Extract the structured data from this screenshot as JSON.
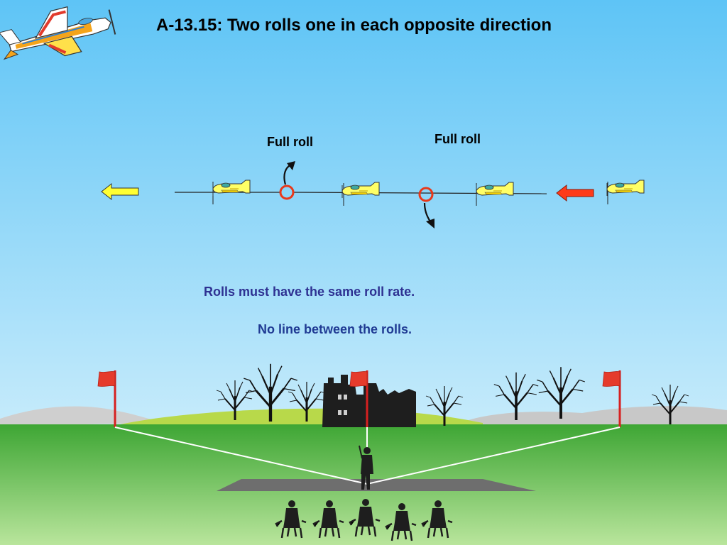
{
  "title": "A-13.15: Two rolls one in each opposite direction",
  "labels": {
    "roll_left": "Full roll",
    "roll_right": "Full  roll"
  },
  "notes": {
    "same_rate": "Rolls must have the same roll rate.",
    "no_line": "No line between the rolls."
  },
  "colors": {
    "sky_top": "#5ec4f6",
    "sky_bottom": "#bfe8fb",
    "grass_top": "#4caf3a",
    "grass_bottom": "#b7e39a",
    "hills": "#c9c9c9",
    "flag": "#e53b2c",
    "pole": "#d62020",
    "plane_body": "#ffff66",
    "entry_arrow": "#ff3b1a",
    "exit_arrow": "#ffff33",
    "roll_marker": "#e8381a",
    "sightline": "#ffffff",
    "runway": "#6e6e6e",
    "silhouette": "#1e1e1e",
    "note_text": "#2e3192"
  },
  "icons": {
    "logo": "aerobatic-plane-logo-icon",
    "plane": "plane-icon",
    "flag": "flag-icon",
    "tree": "tree-icon",
    "castle": "castle-ruin-icon",
    "pilot": "pilot-silhouette-icon",
    "judge": "judge-silhouette-icon"
  }
}
